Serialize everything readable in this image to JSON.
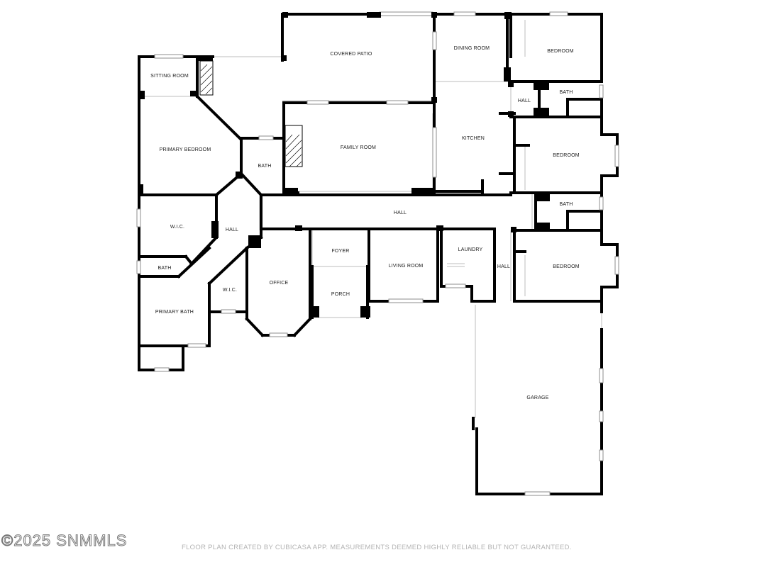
{
  "floor_plan": {
    "rooms": {
      "covered_patio": "COVERED PATIO",
      "dining_room": "DINING ROOM",
      "bedroom_1": "BEDROOM",
      "sitting_room": "SITTING ROOM",
      "hall_1": "HALL",
      "bath_1": "BATH",
      "primary_bedroom": "PRIMARY BEDROOM",
      "bath_2": "BATH",
      "family_room": "FAMILY ROOM",
      "kitchen": "KITCHEN",
      "bedroom_2": "BEDROOM",
      "hall_main": "HALL",
      "bath_3": "BATH",
      "wic_1": "W.I.C.",
      "hall_2": "HALL",
      "foyer": "FOYER",
      "laundry": "LAUNDRY",
      "living_room": "LIVING ROOM",
      "hall_3": "HALL",
      "bedroom_3": "BEDROOM",
      "bath_4": "BATH",
      "office": "OFFICE",
      "porch": "PORCH",
      "wic_2": "W.I.C.",
      "primary_bath": "PRIMARY BATH",
      "garage": "GARAGE"
    }
  },
  "watermark": "©2025 SNMMLS",
  "footer_note": "FLOOR PLAN CREATED BY CUBICASA APP. MEASUREMENTS DEEMED HIGHLY RELIABLE BUT NOT GUARANTEED."
}
